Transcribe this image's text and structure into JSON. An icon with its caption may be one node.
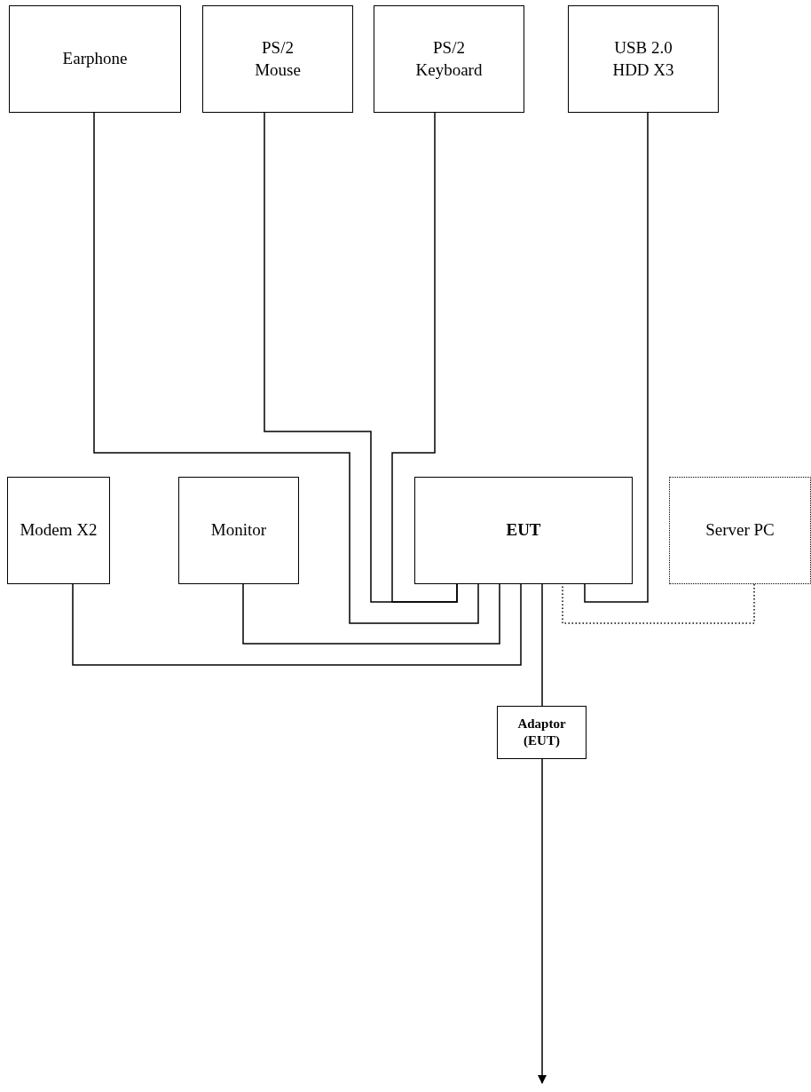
{
  "diagram": {
    "nodes": [
      {
        "text": [
          "Earphone"
        ]
      },
      {
        "text": [
          "PS/2 Mouse"
        ]
      },
      {
        "text": [
          "PS/2 Keyboard"
        ]
      },
      {
        "text": [
          "USB 2.0 HDD X3"
        ]
      },
      {
        "text": [
          "Modem X2"
        ]
      },
      {
        "text": [
          "Monitor"
        ]
      },
      {
        "text": [
          "EUT"
        ]
      },
      {
        "text": [
          "Server PC"
        ]
      },
      {
        "text": [
          "Adaptor (EUT)"
        ]
      }
    ],
    "edges": [
      {
        "from": 0,
        "to": 6,
        "arrow": "none"
      },
      {
        "from": 1,
        "to": 6,
        "arrow": "none"
      },
      {
        "from": 2,
        "to": 6,
        "arrow": "none"
      },
      {
        "from": 3,
        "to": 6,
        "arrow": "none"
      },
      {
        "from": 5,
        "to": 6,
        "arrow": "none"
      },
      {
        "from": 4,
        "to": 6,
        "arrow": "none"
      },
      {
        "from": 7,
        "to": 6,
        "arrow": "none",
        "style": "dashed"
      },
      {
        "from": 6,
        "to": 8,
        "arrow": "none"
      },
      {
        "from": 8,
        "to": null,
        "arrow": "to"
      }
    ]
  }
}
